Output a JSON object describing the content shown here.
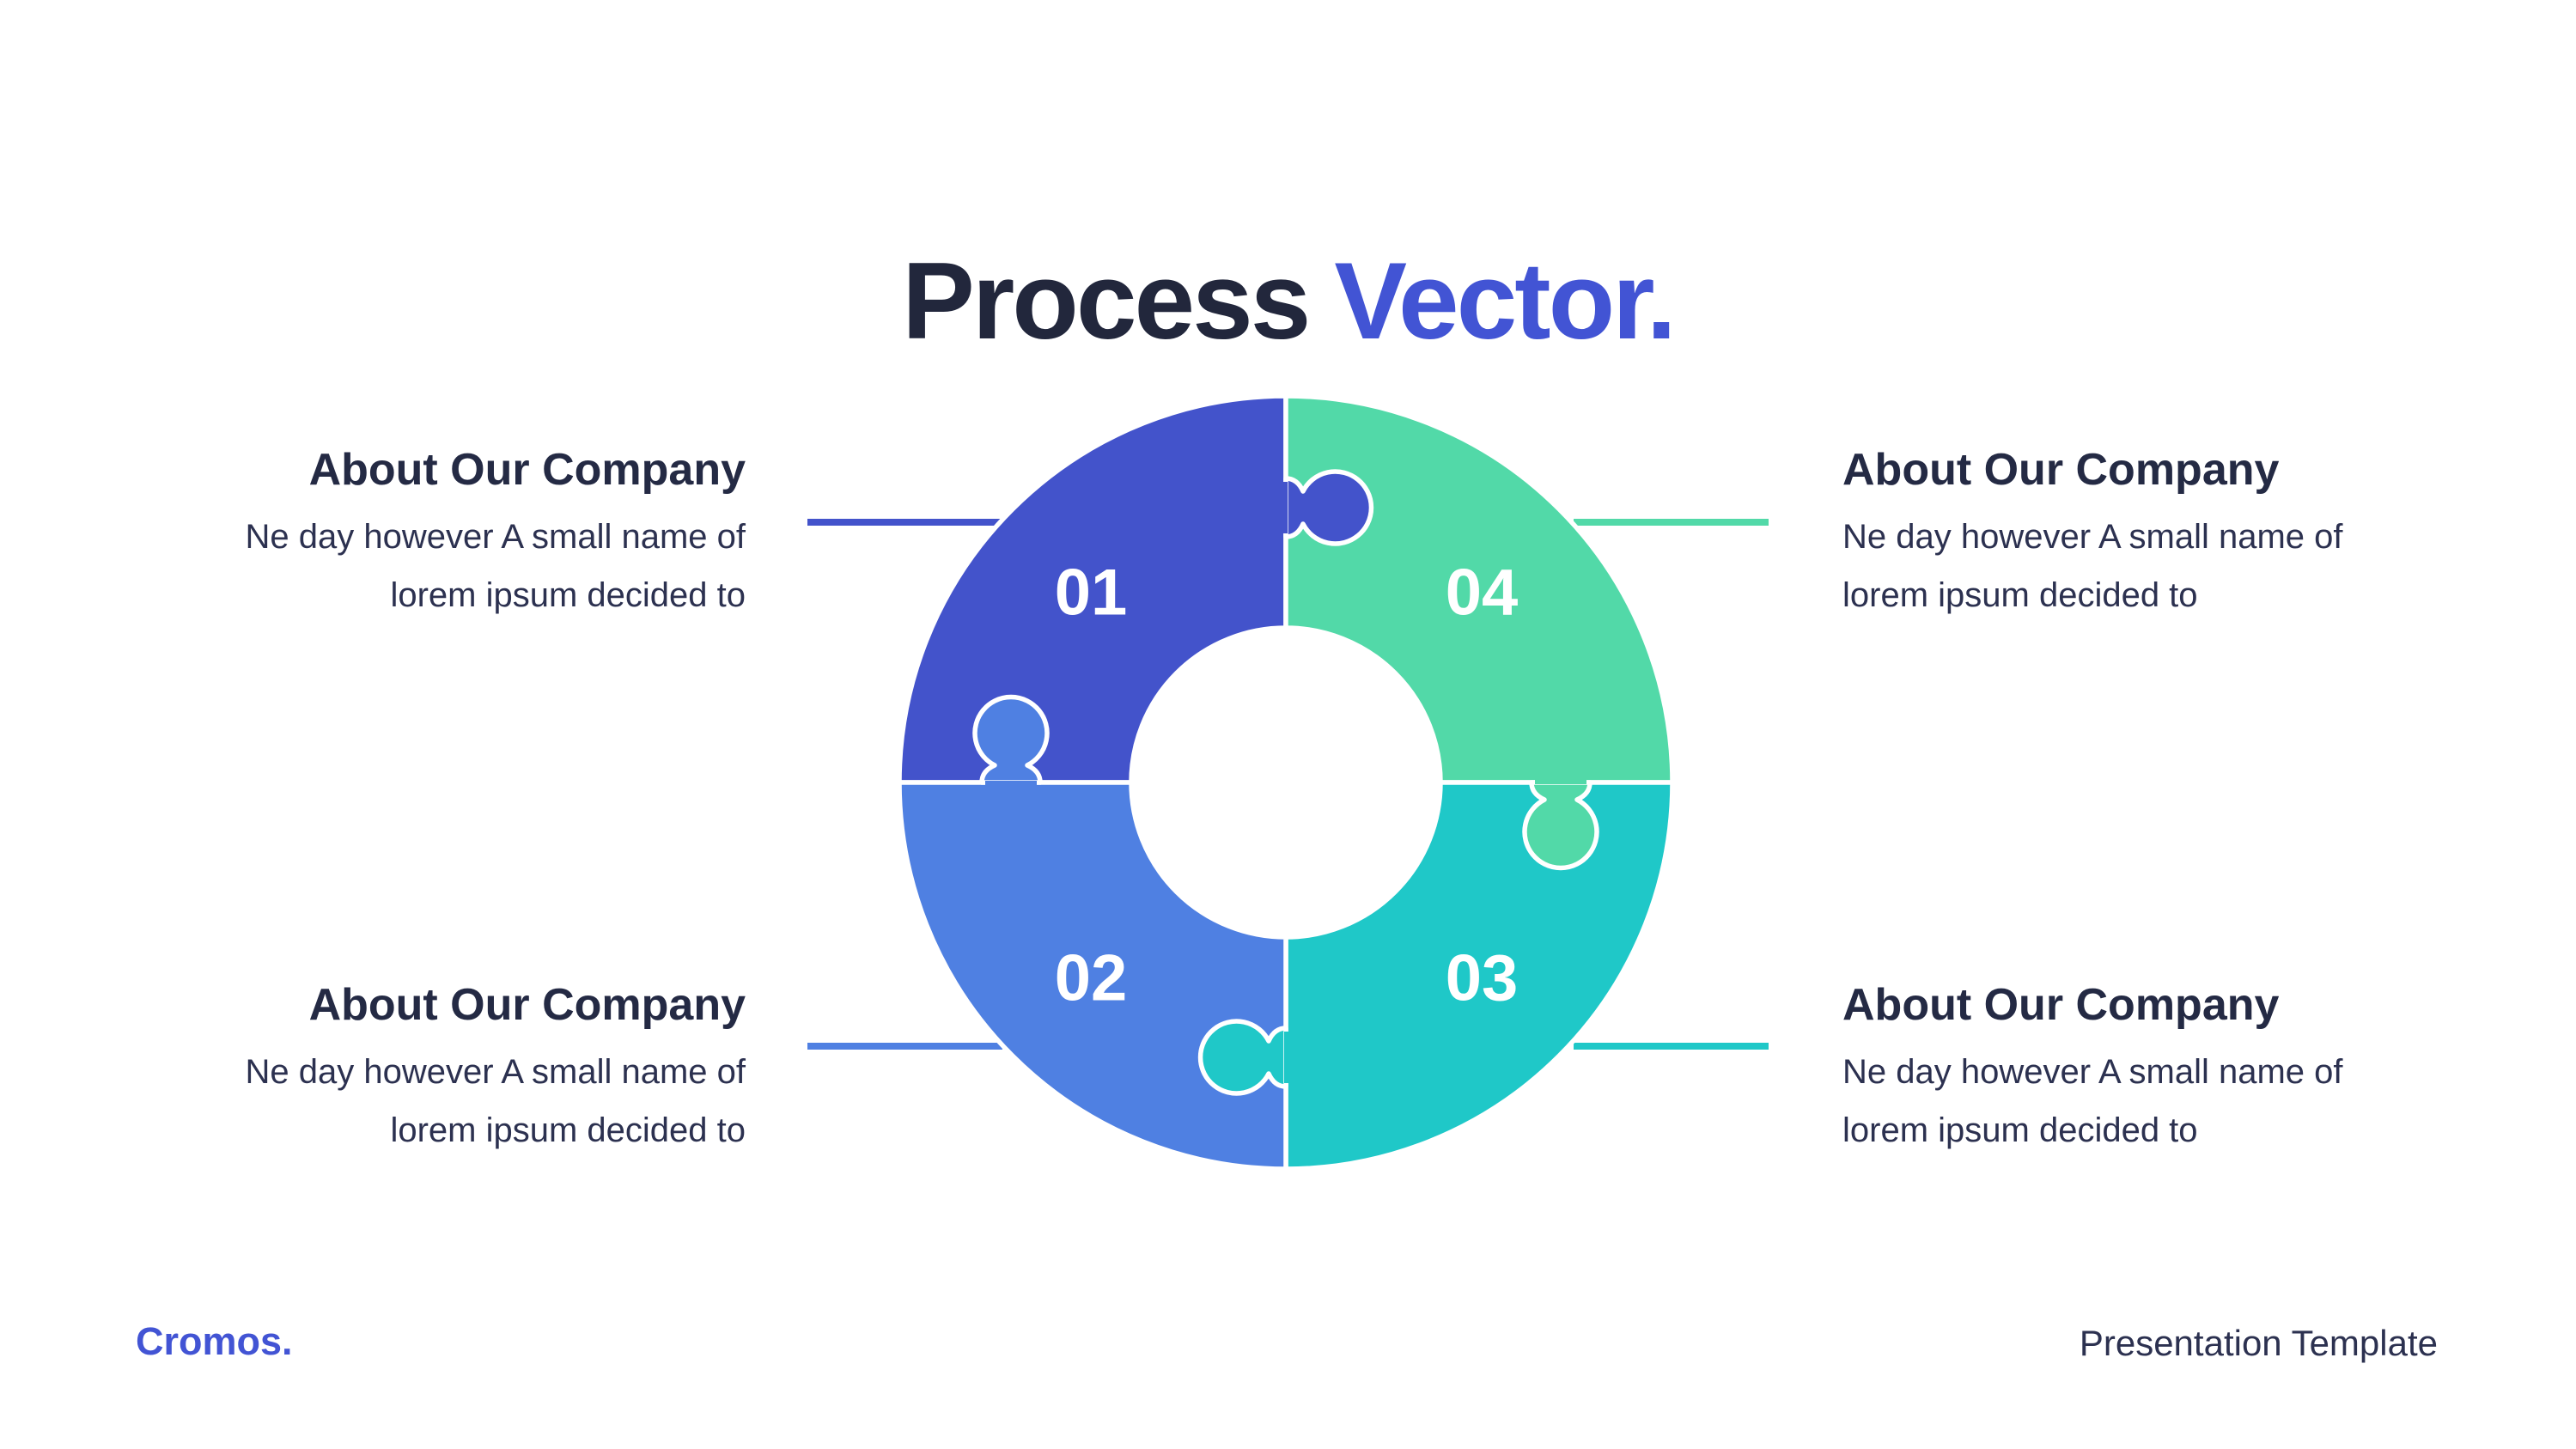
{
  "title": {
    "dark": "Process",
    "accent": "Vector."
  },
  "diagram": {
    "type": "puzzle-donut-cycle",
    "steps": [
      {
        "number": "01",
        "position": "top-left",
        "color": "#4353cb"
      },
      {
        "number": "02",
        "position": "bottom-left",
        "color": "#4f80e2"
      },
      {
        "number": "03",
        "position": "bottom-right",
        "color": "#1fc8c8"
      },
      {
        "number": "04",
        "position": "top-right",
        "color": "#52d9a8"
      }
    ]
  },
  "blocks": {
    "top_left": {
      "heading": "About Our Company",
      "body_line1": "Ne day however A small name of",
      "body_line2": "lorem ipsum decided to"
    },
    "top_right": {
      "heading": "About Our Company",
      "body_line1": "Ne day however A small name of",
      "body_line2": "lorem ipsum decided to"
    },
    "bottom_left": {
      "heading": "About Our Company",
      "body_line1": "Ne day however A small name of",
      "body_line2": "lorem ipsum decided to"
    },
    "bottom_right": {
      "heading": "About Our Company",
      "body_line1": "Ne day however A small name of",
      "body_line2": "lorem ipsum decided to"
    }
  },
  "footer": {
    "brand": "Cromos.",
    "template_label": "Presentation Template"
  },
  "colors": {
    "background": "#ffffff",
    "title_dark": "#22273c",
    "accent_blue": "#4254d4",
    "heading_text": "#242a44",
    "body_text": "#2c3150",
    "step_number_text": "#ffffff"
  }
}
